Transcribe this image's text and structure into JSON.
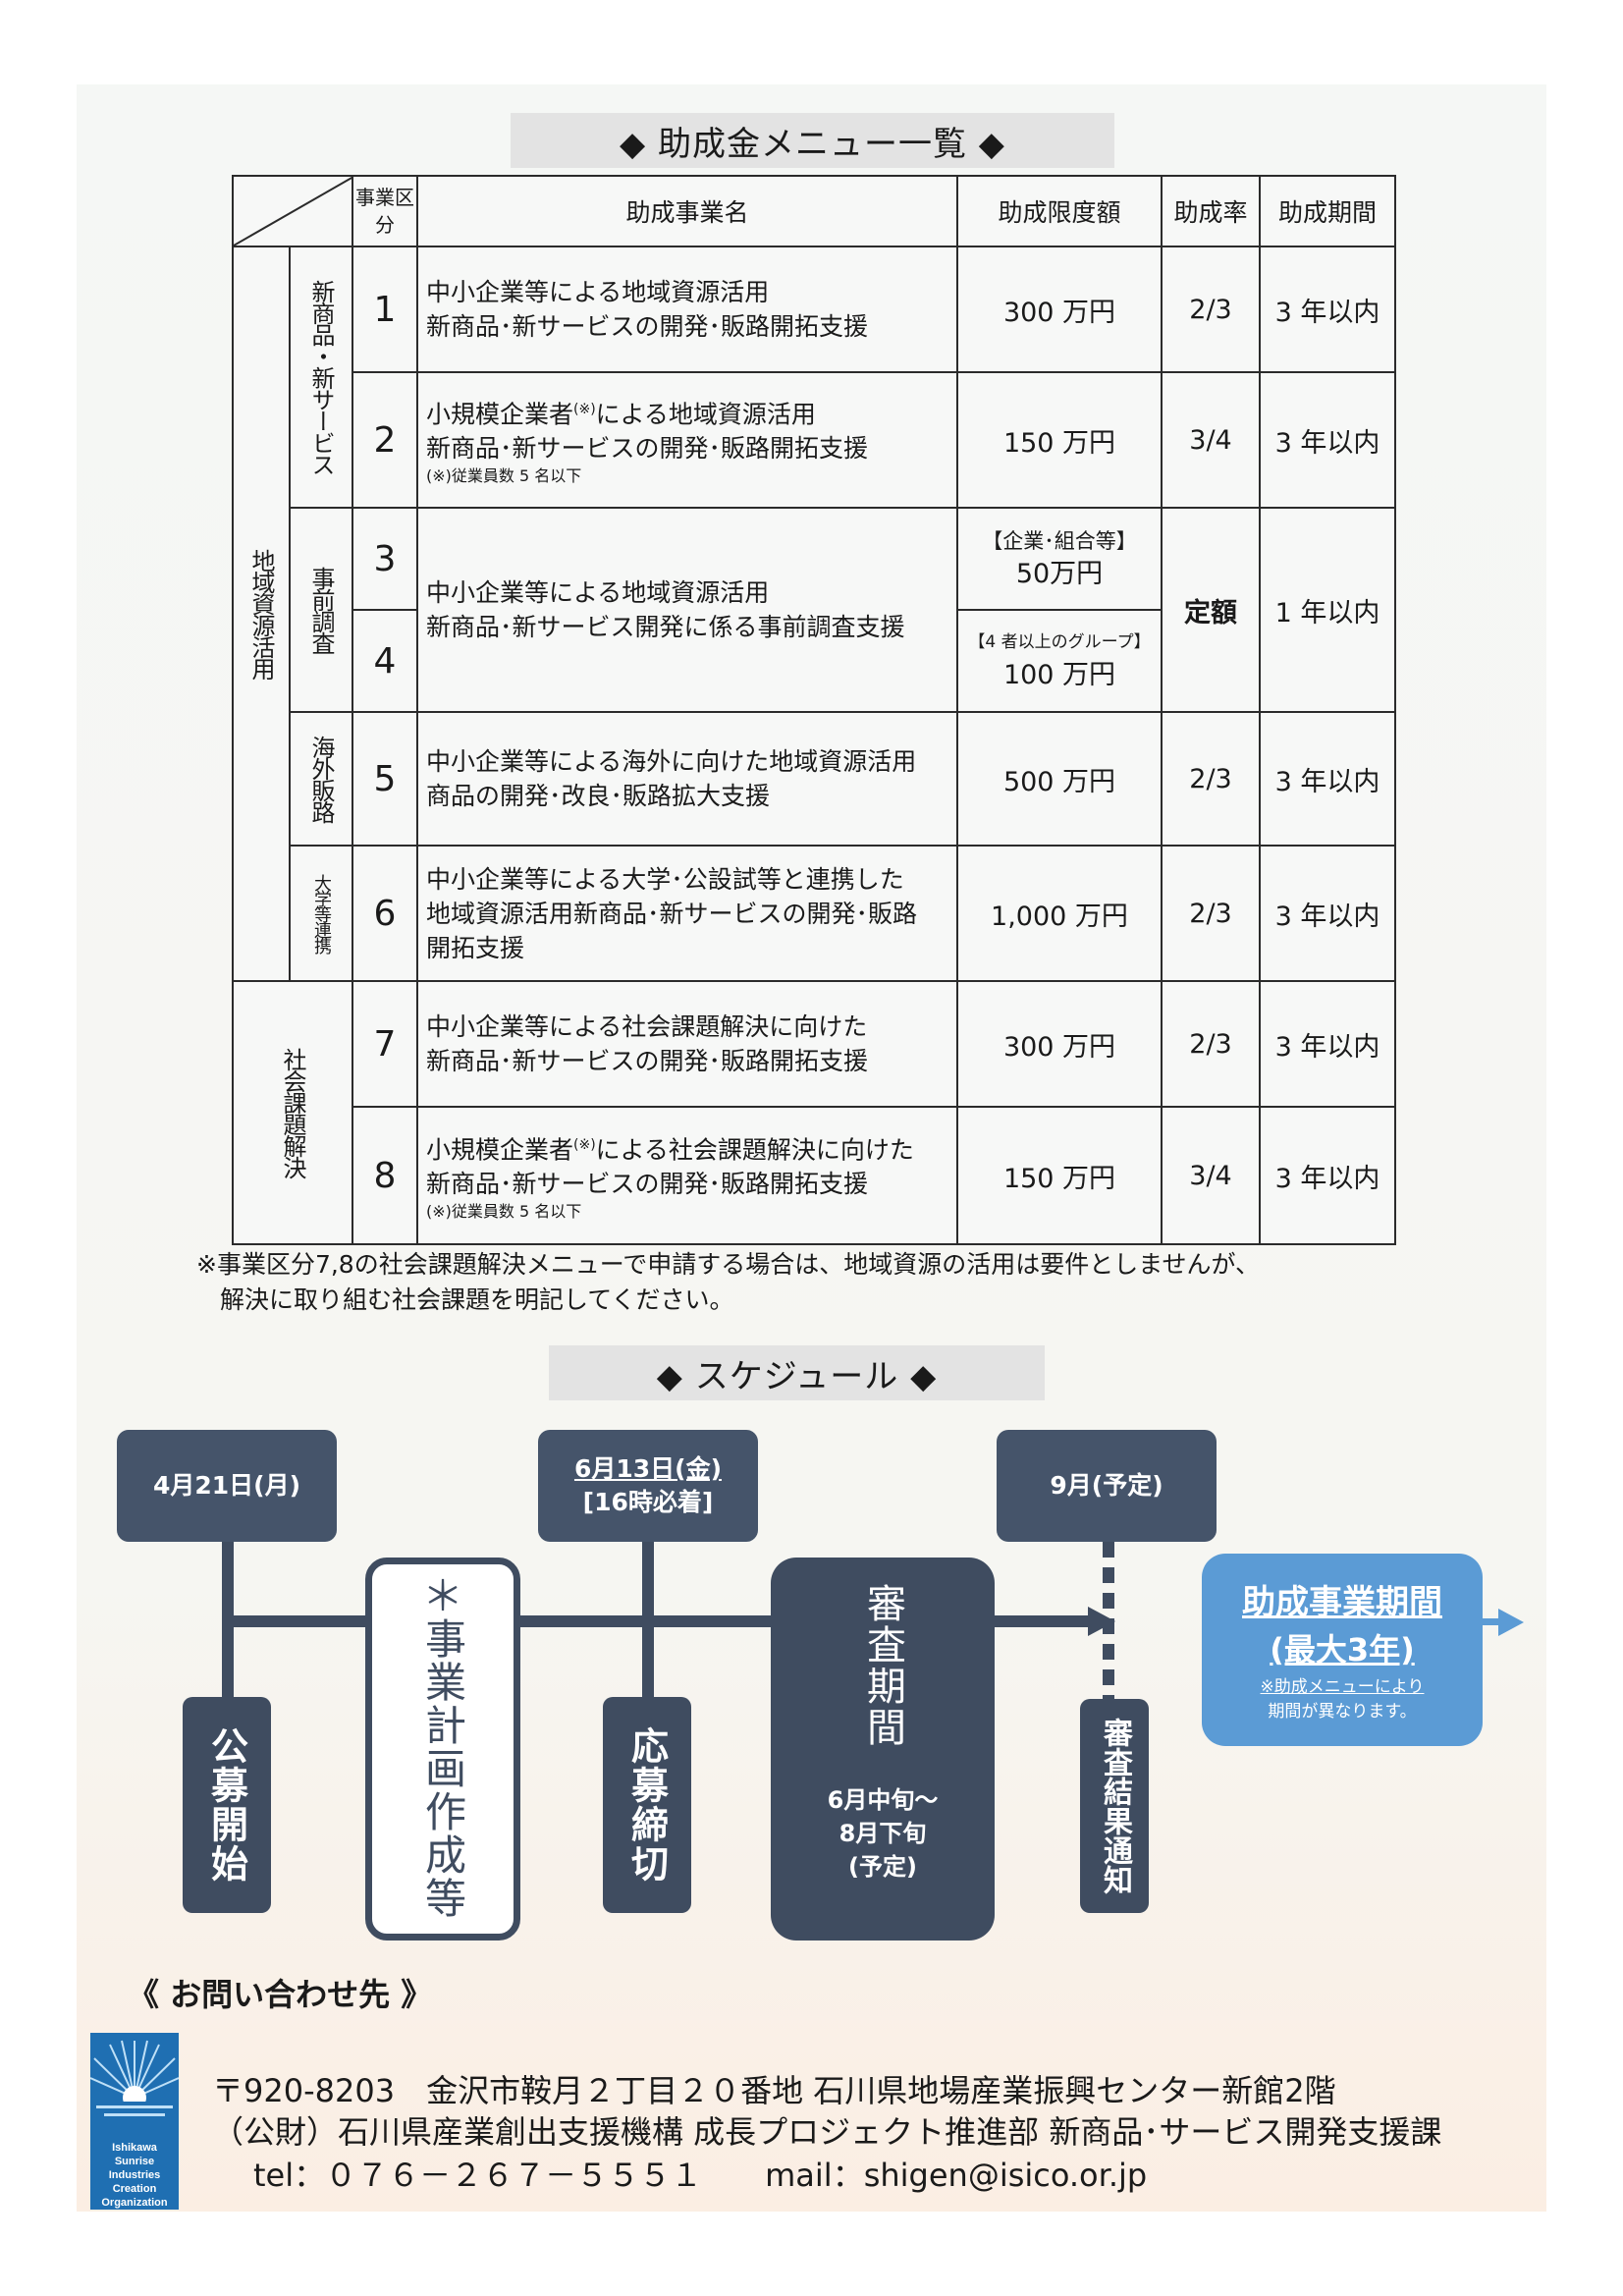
{
  "menu_title": "◆ 助成金メニュー一覧 ◆",
  "header": {
    "category": "事業区分",
    "name": "助成事業名",
    "limit": "助成限度額",
    "rate": "助成率",
    "period": "助成期間"
  },
  "groups": {
    "chiiki": "地域資源活用",
    "shakai": "社会課題解決",
    "shinshohin": "新商品・新サービス",
    "jizen": "事前調査",
    "kaigai": "海外販路",
    "daigaku": "大学等連携"
  },
  "rows": [
    {
      "no": "1",
      "name1": "中小企業等による地域資源活用",
      "name2": "新商品･新サービスの開発･販路開拓支援",
      "amount": "300 万円",
      "rate": "2/3",
      "period": "3 年以内"
    },
    {
      "no": "2",
      "name1a": "小規模企業者",
      "mark": "(※)",
      "name1b": "による地域資源活用",
      "name2": "新商品･新サービスの開発･販路開拓支援",
      "note": "(※)従業員数 5 名以下",
      "amount": "150 万円",
      "rate": "3/4",
      "period": "3 年以内"
    },
    {
      "no": "3",
      "name1": "中小企業等による地域資源活用",
      "name2": "新商品･新サービス開発に係る事前調査支援",
      "amount_label": "【企業･組合等】",
      "amount": "50万円",
      "rate": "定額",
      "period": "1 年以内"
    },
    {
      "no": "4",
      "amount_label": "【4 者以上のグループ】",
      "amount": "100 万円"
    },
    {
      "no": "5",
      "name1": "中小企業等による海外に向けた地域資源活用",
      "name2": "商品の開発･改良･販路拡大支援",
      "amount": "500 万円",
      "rate": "2/3",
      "period": "3 年以内"
    },
    {
      "no": "6",
      "name1": "中小企業等による大学･公設試等と連携した",
      "name2": "地域資源活用新商品･新サービスの開発･販路",
      "name3": "開拓支援",
      "amount": "1,000 万円",
      "rate": "2/3",
      "period": "3 年以内"
    },
    {
      "no": "7",
      "name1": "中小企業等による社会課題解決に向けた",
      "name2": "新商品･新サービスの開発･販路開拓支援",
      "amount": "300 万円",
      "rate": "2/3",
      "period": "3 年以内"
    },
    {
      "no": "8",
      "name1a": "小規模企業者",
      "mark": "(※)",
      "name1b": "による社会課題解決に向けた",
      "name2": "新商品･新サービスの開発･販路開拓支援",
      "note": "(※)従業員数 5 名以下",
      "amount": "150 万円",
      "rate": "3/4",
      "period": "3 年以内"
    }
  ],
  "footnote1": "※事業区分7,8の社会課題解決メニューで申請する場合は、地域資源の活用は要件としませんが、",
  "footnote2": "解決に取り組む社会課題を明記してください。",
  "schedule_title": "◆ スケジュール ◆",
  "schedule": {
    "date1": "4月21日(月)",
    "date2_line1": "6月13日(金)",
    "date2_line2": "[16時必着]",
    "date3": "9月(予定)",
    "start": "公募開始",
    "plan_star": "＊",
    "plan": "事業計画作成等",
    "deadline": "応募締切",
    "review": "審査期間",
    "review_sub1": "6月中旬～",
    "review_sub2": "8月下旬",
    "review_sub3": "(予定)",
    "result": "審査結果通知",
    "period_title1": "助成事業期間",
    "period_title2": "(最大3年)",
    "period_note1": "※助成メニューにより",
    "period_note2": "期間が異なります。"
  },
  "contact": {
    "title": "《 お問い合わせ先 》",
    "address": "〒920-8203　金沢市鞍月２丁目２０番地 石川県地場産業振興センター新館2階",
    "org": "（公財）石川県産業創出支援機構 成長プロジェクト推進部 新商品･サービス開発支援課",
    "tel": "tel：０７６－２６７－５５５１　　mail：shigen@isico.or.jp",
    "logo_text": [
      "Ishikawa",
      "Sunrise",
      "Industries",
      "Creation",
      "Organization"
    ]
  },
  "colors": {
    "navy": "#45546a",
    "blue": "#5b9bd5",
    "title_bg": "#e3e3e3"
  }
}
